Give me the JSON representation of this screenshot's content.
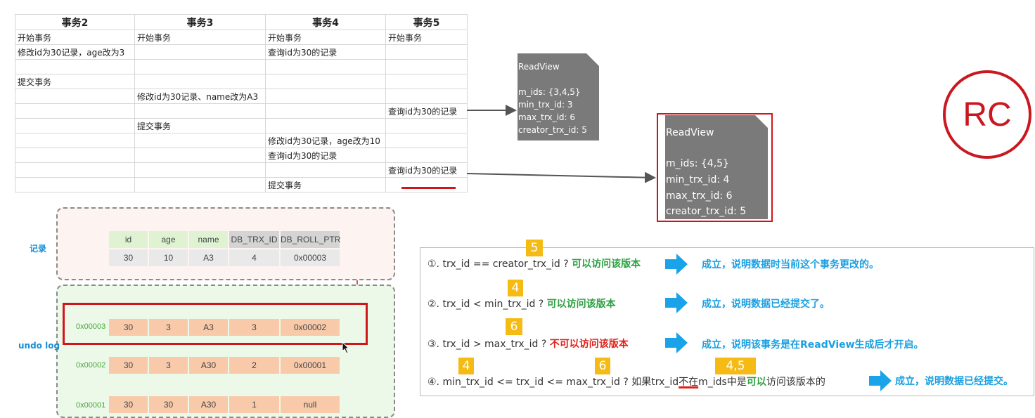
{
  "table": {
    "headers": [
      "事务2",
      "事务3",
      "事务4",
      "事务5"
    ],
    "rows": [
      [
        "开始事务",
        "开始事务",
        "开始事务",
        "开始事务"
      ],
      [
        "修改id为30记录，age改为3",
        "",
        "查询id为30的记录",
        ""
      ],
      [
        "",
        "",
        "",
        ""
      ],
      [
        "提交事务",
        "",
        "",
        ""
      ],
      [
        "",
        "修改id为30记录、name改为A3",
        "",
        ""
      ],
      [
        "",
        "",
        "",
        "查询id为30的记录"
      ],
      [
        "",
        "提交事务",
        "",
        ""
      ],
      [
        "",
        "",
        "修改id为30记录，age改为10",
        ""
      ],
      [
        "",
        "",
        "查询id为30的记录",
        ""
      ],
      [
        "",
        "",
        "",
        "查询id为30的记录"
      ],
      [
        "",
        "",
        "提交事务",
        ""
      ]
    ]
  },
  "readview1": {
    "title": "ReadView",
    "m_ids": "m_ids: {3,4,5}",
    "min_trx_id": "min_trx_id: 3",
    "max_trx_id": "max_trx_id: 6",
    "creator_trx_id": "creator_trx_id: 5"
  },
  "readview2": {
    "title": "ReadView",
    "m_ids": "m_ids: {4,5}",
    "min_trx_id": "min_trx_id: 4",
    "max_trx_id": "max_trx_id: 6",
    "creator_trx_id": "creator_trx_id: 5"
  },
  "rc_label": "RC",
  "record": {
    "label": "记录",
    "headers": [
      "id",
      "age",
      "name",
      "DB_TRX_ID",
      "DB_ROLL_PTR"
    ],
    "values": [
      "30",
      "10",
      "A3",
      "4",
      "0x00003"
    ]
  },
  "undo_log": {
    "label": "undo log",
    "rows": [
      {
        "addr": "0x00003",
        "values": [
          "30",
          "3",
          "A3",
          "3",
          "0x00002"
        ]
      },
      {
        "addr": "0x00002",
        "values": [
          "30",
          "3",
          "A30",
          "2",
          "0x00001"
        ]
      },
      {
        "addr": "0x00001",
        "values": [
          "30",
          "30",
          "A30",
          "1",
          "null"
        ]
      }
    ]
  },
  "rules": {
    "r1": {
      "text": "①. trx_id  == creator_trx_id ? ",
      "verdict": "可以访问该版本",
      "tag": "5",
      "result": "成立，说明数据时当前这个事务更改的。"
    },
    "r2": {
      "text": "②. trx_id < min_trx_id ? ",
      "verdict": "可以访问该版本",
      "tag": "4",
      "result": "成立，说明数据已经提交了。"
    },
    "r3": {
      "text": "③. trx_id > max_trx_id ? ",
      "verdict": "不可以访问该版本",
      "tag": "6",
      "result": "成立，说明该事务是在ReadView生成后才开启。"
    },
    "r4": {
      "text_a": "④. min_trx_id <= trx_id <= max_trx_id ? 如果trx_id",
      "text_b": "不在",
      "text_c": "m_ids中是",
      "text_d": "可以",
      "text_e": "访问该版本的",
      "tag_a": "4",
      "tag_b": "6",
      "tag_c": "4,5",
      "result": "成立，说明数据已经提交。"
    }
  },
  "colors": {
    "accent_red": "#d0161b",
    "arrow_blue": "#1aa3e8",
    "tag_yellow": "#f5bb14",
    "green_ok": "#2d9f42"
  }
}
